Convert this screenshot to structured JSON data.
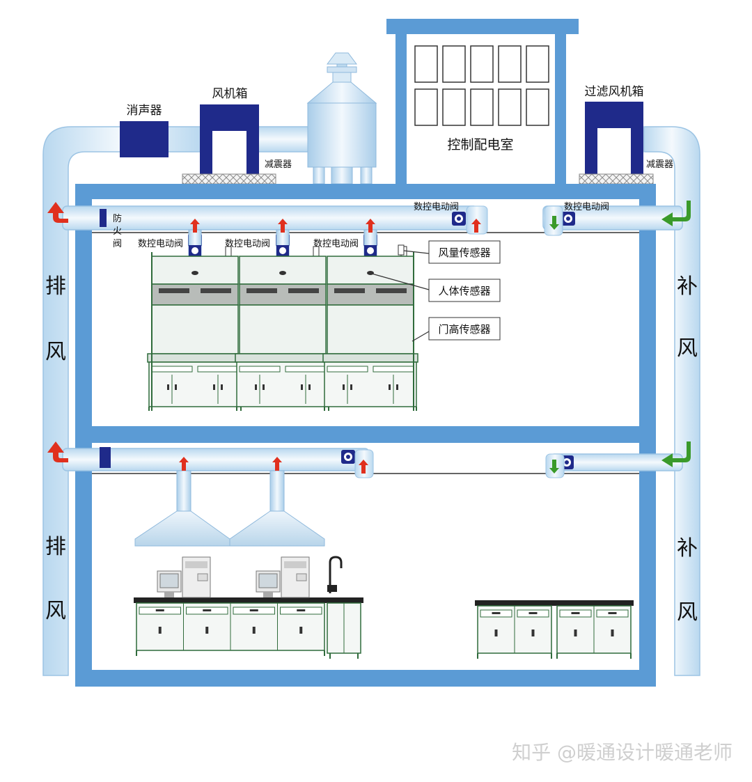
{
  "labels": {
    "silencer": "消声器",
    "fan_box": "风机箱",
    "damper_left": "减震器",
    "control_room": "控制配电室",
    "filter_fan_box": "过滤风机箱",
    "damper_right": "减震器",
    "fire_damper": "防火阀",
    "cnc_valve": "数控电动阀",
    "airflow_sensor": "风量传感器",
    "body_sensor": "人体传感器",
    "door_height_sensor": "门高传感器",
    "exhaust_upper": [
      "排",
      "风"
    ],
    "exhaust_lower": [
      "排",
      "风"
    ],
    "supply_upper": [
      "补",
      "风"
    ],
    "supply_lower": [
      "补",
      "风"
    ]
  },
  "watermark": "知乎 @暖通设计暖通老师",
  "colors": {
    "frame_blue": "#5b9bd5",
    "frame_blue_dark": "#3d78b8",
    "duct_fill": "#e6f2fb",
    "duct_edge": "#9cc4e4",
    "navy": "#1f2a8a",
    "exhaust_arrow": "#e0301e",
    "supply_arrow": "#3a9a2a",
    "cabinet_edge": "#2f6b3b"
  }
}
